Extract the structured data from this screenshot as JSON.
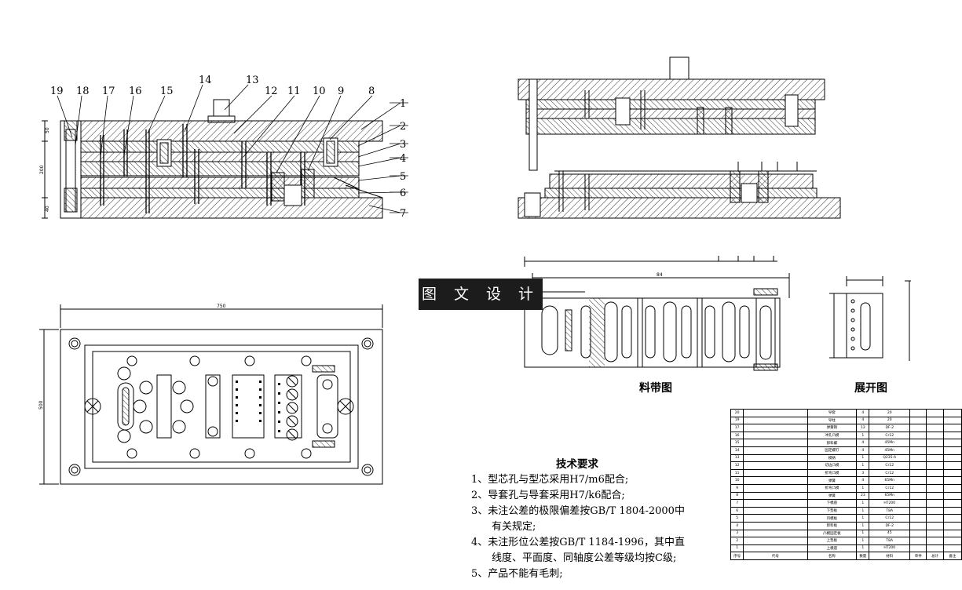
{
  "section_view": {
    "callouts": [
      "1",
      "2",
      "3",
      "4",
      "5",
      "6",
      "7",
      "8",
      "9",
      "10",
      "11",
      "12",
      "13",
      "14",
      "15",
      "16",
      "17",
      "18",
      "19"
    ],
    "dims": [
      "50",
      "200",
      "40"
    ]
  },
  "plan_view": {
    "dims": [
      "750",
      "500"
    ]
  },
  "strip_layout": {
    "caption": "料带图",
    "dim": "84"
  },
  "blank_view": {
    "caption": "展开图"
  },
  "watermark": "图 文 设 计",
  "tech_req": {
    "title": "技术要求",
    "items": [
      "1、型芯孔与型芯采用H7/m6配合;",
      "2、导套孔与导套采用H7/k6配合;",
      "3、未注公差的极限偏差按GB/T 1804-2000中",
      "有关规定;",
      "4、未注形位公差按GB/T 1184-1996，其中直",
      "线度、平面度、同轴度公差等级均按C级;",
      "5、产品不能有毛刺;"
    ]
  },
  "bom": {
    "rows": [
      [
        "20",
        "",
        "导套",
        "4",
        "20",
        "",
        "",
        ""
      ],
      [
        "19",
        "",
        "导柱",
        "4",
        "20",
        "",
        "",
        ""
      ],
      [
        "17",
        "",
        "弹簧销",
        "12",
        "DF-2",
        "",
        "",
        ""
      ],
      [
        "16",
        "",
        "冲孔凸模",
        "1",
        "Cr12",
        "",
        "",
        ""
      ],
      [
        "15",
        "",
        "卸料螺",
        "4",
        "45Mn",
        "",
        "",
        ""
      ],
      [
        "14",
        "",
        "固定螺钉",
        "4",
        "45Mn",
        "",
        "",
        ""
      ],
      [
        "13",
        "",
        "模柄",
        "1",
        "Q235-A",
        "",
        "",
        ""
      ],
      [
        "12",
        "",
        "切边凸模",
        "1",
        "Cr12",
        "",
        "",
        ""
      ],
      [
        "11",
        "",
        "折弯凸模",
        "3",
        "Cr12",
        "",
        "",
        ""
      ],
      [
        "10",
        "",
        "弹簧",
        "4",
        "65Mn",
        "",
        "",
        ""
      ],
      [
        "9",
        "",
        "折弯凸模",
        "1",
        "Cr12",
        "",
        "",
        ""
      ],
      [
        "8",
        "",
        "弹簧",
        "23",
        "65Mn",
        "",
        "",
        ""
      ],
      [
        "7",
        "",
        "下模座",
        "1",
        "HT200",
        "",
        "",
        ""
      ],
      [
        "6",
        "",
        "下垫板",
        "1",
        "T8A",
        "",
        "",
        ""
      ],
      [
        "5",
        "",
        "凹模板",
        "1",
        "Cr12",
        "",
        "",
        ""
      ],
      [
        "4",
        "",
        "卸料板",
        "1",
        "DF-2",
        "",
        "",
        ""
      ],
      [
        "3",
        "",
        "凸模固定板",
        "1",
        "45",
        "",
        "",
        ""
      ],
      [
        "2",
        "",
        "上垫板",
        "1",
        "T8A",
        "",
        "",
        ""
      ],
      [
        "1",
        "",
        "上模座",
        "1",
        "HT200",
        "",
        "",
        ""
      ]
    ],
    "footer": [
      "序号",
      "代号",
      "名称",
      "数量",
      "材料",
      "单件",
      "总计",
      "备注"
    ]
  }
}
